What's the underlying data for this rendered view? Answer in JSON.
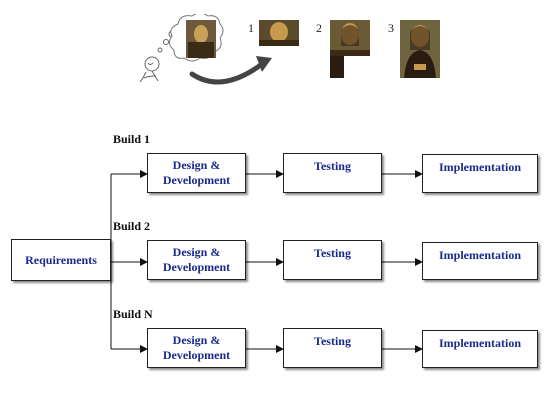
{
  "illustration": {
    "steps": [
      {
        "number": "1",
        "icon": "mona-lisa-face-crop-icon"
      },
      {
        "number": "2",
        "icon": "mona-lisa-partial-icon"
      },
      {
        "number": "3",
        "icon": "mona-lisa-full-icon"
      }
    ],
    "artist_icon": "stick-figure-thinking-icon",
    "arrow_icon": "curved-arrow-icon"
  },
  "diagram": {
    "root": {
      "label": "Requirements"
    },
    "builds": [
      {
        "name": "Build 1",
        "design_line1": "Design &",
        "design_line2": "Development",
        "testing": "Testing",
        "implementation": "Implementation"
      },
      {
        "name": "Build 2",
        "design_line1": "Design &",
        "design_line2": "Development",
        "testing": "Testing",
        "implementation": "Implementation"
      },
      {
        "name": "Build N",
        "design_line1": "Design &",
        "design_line2": "Development",
        "testing": "Testing",
        "implementation": "Implementation"
      }
    ]
  },
  "colors": {
    "box_text": "#1a2a8c",
    "box_border": "#222222",
    "connector": "#111111"
  }
}
